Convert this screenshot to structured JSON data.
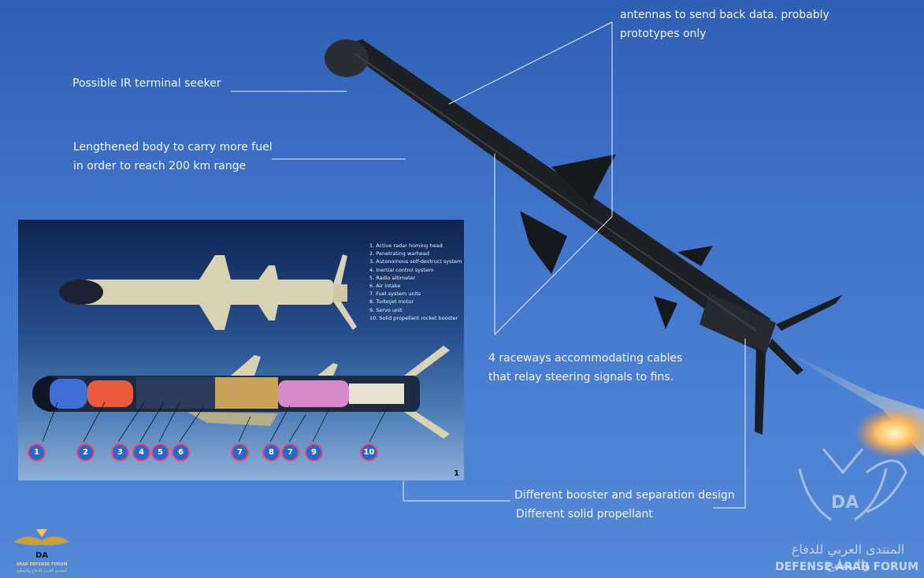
{
  "annotations": {
    "antennas": "antennas to send back data. probably\nprototypes only",
    "ir_seeker": "Possible IR terminal seeker",
    "lengthened_body": "Lengthened body to carry more fuel\nin order to reach 200 km range",
    "raceways": "4 raceways accommodating cables\nthat relay steering signals to fins.",
    "booster_design": "Different booster and separation design",
    "solid_propellant": "Different solid propellant"
  },
  "inset": {
    "legend": [
      "1. Active radar homing head",
      "2. Penetrating warhead",
      "3. Autonomous self-destruct system",
      "4. Inertial control system",
      "5. Radio altimeter",
      "6. Air intake",
      "7. Fuel system units",
      "8. Turbojet motor",
      "9. Servo unit",
      "10. Solid propellant rocket booster"
    ],
    "callouts": [
      "1",
      "2",
      "3",
      "4",
      "5",
      "6",
      "7",
      "8",
      "7",
      "9",
      "10"
    ],
    "figure_number": "1"
  },
  "watermark": {
    "arabic": "المنتدى العربي للدفاع والتسليح",
    "english": "DEFENSE ARAB FORUM",
    "monogram": "DA"
  },
  "small_logo": {
    "monogram": "DA",
    "line1": "ARAB DEFENSE FORUM",
    "line2": "المنتدى العربي للدفاع والتسليح"
  },
  "colors": {
    "sky": "#4c80d2",
    "missile_body": "#1c1f24",
    "callout_fill": "#2b67c6",
    "callout_ring": "#e84b7c",
    "annotation_text": "#f2f4f8"
  }
}
